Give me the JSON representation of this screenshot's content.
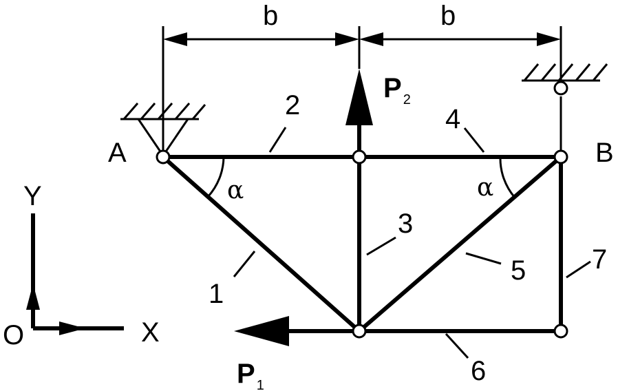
{
  "dimensions": {
    "left_span": "b",
    "right_span": "b"
  },
  "nodes": {
    "A": "A",
    "B": "B"
  },
  "forces": {
    "p1": {
      "letter": "P",
      "index": "1"
    },
    "p2": {
      "letter": "P",
      "index": "2"
    }
  },
  "members": {
    "m1": "1",
    "m2": "2",
    "m3": "3",
    "m4": "4",
    "m5": "5",
    "m6": "6",
    "m7": "7"
  },
  "angles": {
    "left": "α",
    "right": "α"
  },
  "axes": {
    "origin": "O",
    "x": "X",
    "y": "Y"
  }
}
